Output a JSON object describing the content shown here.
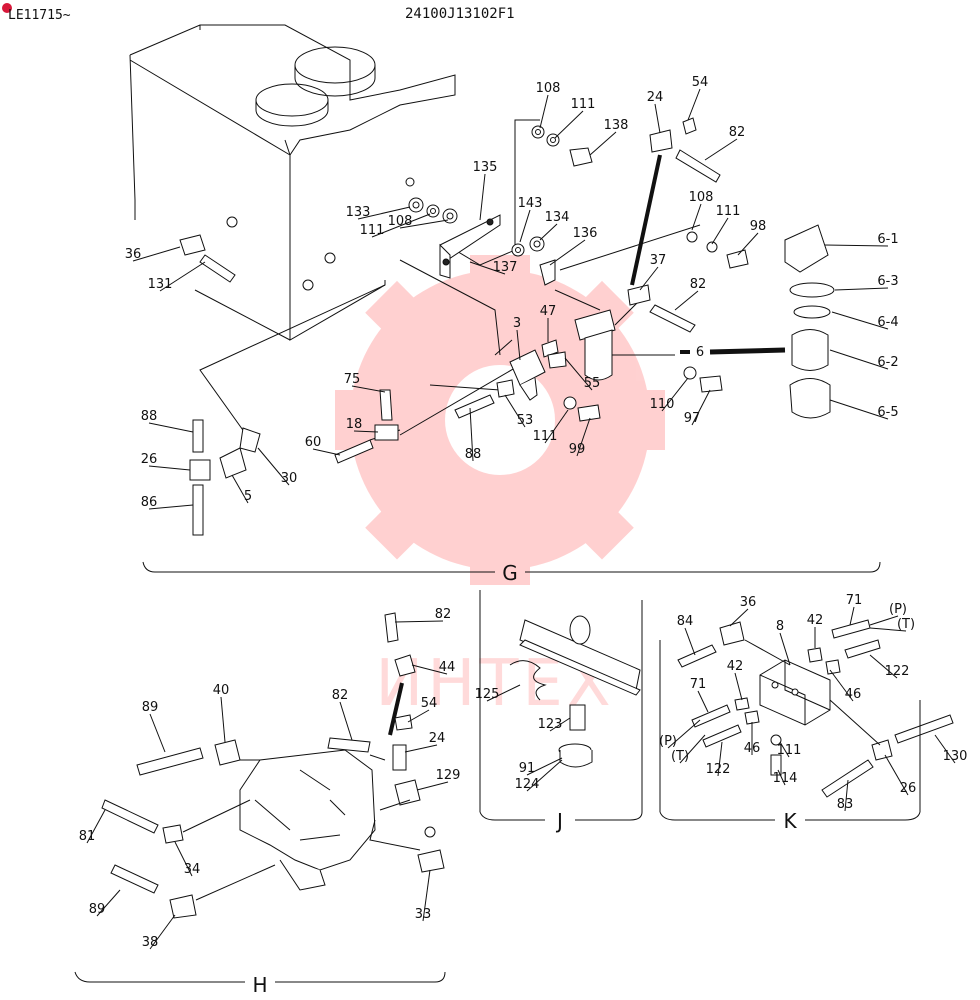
{
  "header": {
    "serial": "LE11715~",
    "drawing_number": "24100J13102F1"
  },
  "watermark": {
    "text": "ИНТЕХ",
    "color": "#ff5a5a"
  },
  "colors": {
    "badge": "#d8183a",
    "line": "#111111"
  },
  "sections": {
    "g": {
      "label": "G"
    },
    "h": {
      "label": "H"
    },
    "j": {
      "label": "J"
    },
    "k": {
      "label": "K"
    }
  },
  "labels": {
    "g": [
      "108",
      "111",
      "138",
      "24",
      "54",
      "82",
      "135",
      "133",
      "111",
      "108",
      "143",
      "134",
      "136",
      "137",
      "36",
      "131",
      "108",
      "111",
      "98",
      "6-1",
      "6-3",
      "6-4",
      "6-2",
      "6-5",
      "37",
      "82",
      "3",
      "47",
      "55",
      "6",
      "110",
      "97",
      "75",
      "18",
      "60",
      "88",
      "53",
      "111",
      "99",
      "88",
      "26",
      "86",
      "5",
      "30"
    ],
    "h": [
      "82",
      "44",
      "54",
      "24",
      "129",
      "82",
      "40",
      "89",
      "81",
      "34",
      "89",
      "38",
      "33"
    ],
    "j": [
      "125",
      "123",
      "91",
      "124"
    ],
    "k": [
      "84",
      "36",
      "8",
      "42",
      "71",
      "(P)",
      "(T)",
      "122",
      "46",
      "42",
      "71",
      "(P)",
      "(T)",
      "122",
      "46",
      "111",
      "114",
      "130",
      "26",
      "83"
    ]
  }
}
